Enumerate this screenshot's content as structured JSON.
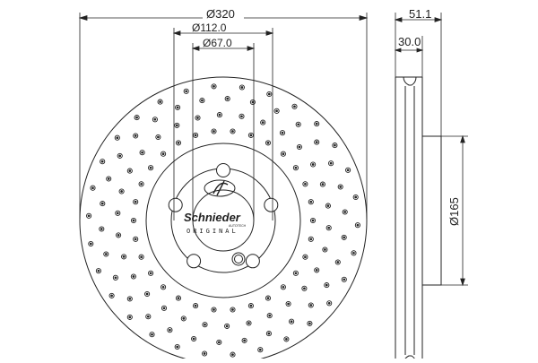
{
  "dimensions": {
    "outer_diameter": "Ø320",
    "bolt_circle": "Ø112.0",
    "center_bore": "Ø67.0",
    "total_height": "51.1",
    "disc_thickness": "30.0",
    "hat_diameter": "Ø165"
  },
  "logo": {
    "brand": "Schnieder",
    "subtitle": "ORIGINAL",
    "tagline": "AUTOTECH"
  },
  "colors": {
    "line": "#222222",
    "background": "#ffffff"
  }
}
